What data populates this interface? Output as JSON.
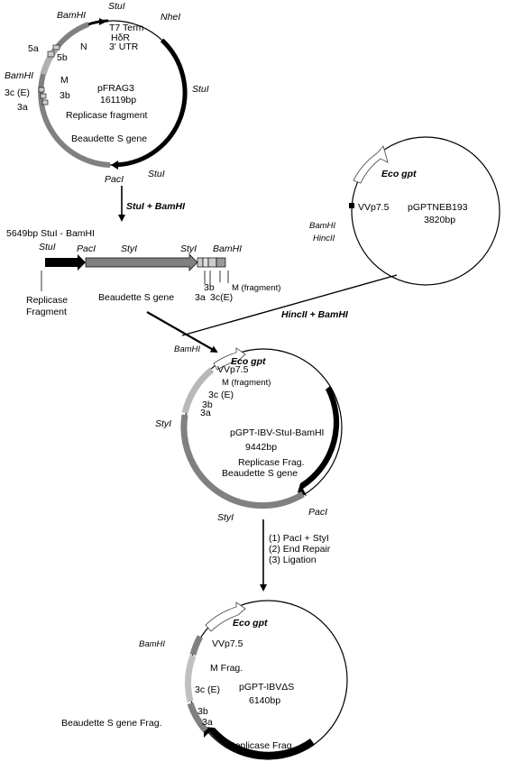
{
  "plasmid_fragag": {
    "name": "pFRAG3",
    "size": "16119bp",
    "labels": {
      "stu_top": "StuI",
      "bamhi_top": "BamHI",
      "nhei": "NheI",
      "t7term": "T7 Term",
      "hdr": "HδR",
      "utr": "3' UTR",
      "n": "N",
      "a5": "5a",
      "b5": "5b",
      "bamhi_left": "BamHI",
      "m": "M",
      "c3": "3c (E)",
      "b3": "3b",
      "a3": "3a",
      "stu_right": "StuI",
      "replicase": "Replicase fragment",
      "sgene": "Beaudette S gene",
      "stu_bottom": "StuI",
      "paci": "PacI"
    }
  },
  "step1": {
    "label": "StuI + BamHI"
  },
  "linear_fragment": {
    "title": "5649bp StuI - BamHI",
    "labels": {
      "stui": "StuI",
      "paci": "PacI",
      "styi1": "StyI",
      "styi2": "StyI",
      "bamhi": "BamHI",
      "replicase": "Replicase",
      "fragment": "Fragment",
      "sgene": "Beaudette S gene",
      "b3": "3b",
      "a3": "3a",
      "c3": "3c(E)",
      "mfrag": "M (fragment)"
    }
  },
  "plasmid_pgptneb": {
    "name": "pGPTNEB193",
    "size": "3820bp",
    "labels": {
      "ecogpt": "Eco gpt",
      "vvp": "VVp7.5",
      "bamhi": "BamHI",
      "hincii": "HincII"
    }
  },
  "step2": {
    "label": "HincII + BamHI"
  },
  "plasmid_ibv_stu": {
    "name": "pGPT-IBV-StuI-BamHI",
    "size": "9442bp",
    "labels": {
      "bamhi": "BamHI",
      "ecogpt": "Eco gpt",
      "vvp": "VVp7.5",
      "mfrag": "M (fragment)",
      "c3": "3c (E)",
      "b3": "3b",
      "a3": "3a",
      "styi_left": "StyI",
      "replicase": "Replicase Frag.",
      "sgene": "Beaudette S gene",
      "paci": "PacI",
      "styi_bottom": "StyI"
    }
  },
  "step3": {
    "line1": "(1) PacI + StyI",
    "line2": "(2) End Repair",
    "line3": "(3) Ligation"
  },
  "plasmid_ibv_ds": {
    "name": "pGPT-IBVΔS",
    "size": "6140bp",
    "labels": {
      "ecogpt": "Eco gpt",
      "bamhi": "BamHI",
      "vvp": "VVp7.5",
      "mfrag": "M Frag.",
      "c3": "3c (E)",
      "b3": "3b",
      "a3": "3a",
      "sgene_frag": "Beaudette S gene Frag.",
      "replicase": "Replicase Frag."
    }
  }
}
